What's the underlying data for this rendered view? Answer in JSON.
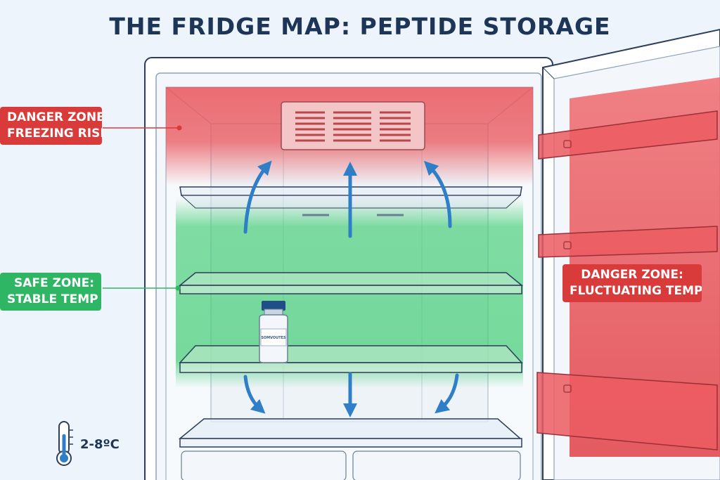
{
  "title": "THE FRIDGE MAP: PEPTIDE STORAGE",
  "zones": {
    "freezing": {
      "line1": "DANGER ZONE:",
      "line2": "FREEZING RISK",
      "color": "#d93a3a"
    },
    "safe": {
      "line1": "SAFE ZONE:",
      "line2": "STABLE TEMP",
      "color": "#2fb665"
    },
    "door": {
      "line1": "DANGER ZONE:",
      "line2": "FLUCTUATING TEMP",
      "color": "#d93a3a"
    }
  },
  "temperature": {
    "label": "2-8ºC",
    "icon": "thermometer-icon"
  },
  "vial": {
    "label": "SOMVOUTES",
    "icon": "vial-icon"
  },
  "airflow": {
    "up_arrows": 3,
    "down_arrows": 3,
    "color": "#2f7fc8"
  },
  "colors": {
    "danger": "#e8545a",
    "safe": "#3fcc72",
    "outline": "#2c3e5a"
  }
}
